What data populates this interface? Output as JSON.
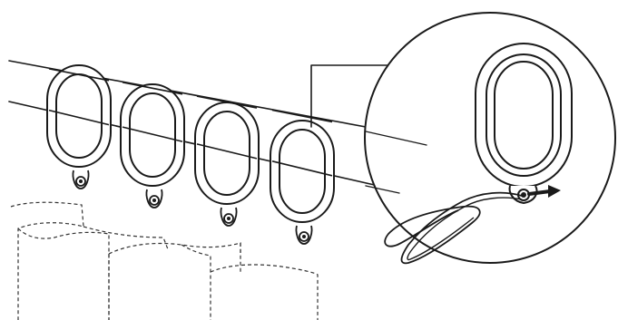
{
  "diagram": {
    "rings_on_rod": 4,
    "ring_fill": "#ffffff",
    "line_color": "#1a1a1a",
    "arrow_color": "#1a1a1a",
    "detail_callout": {
      "shows": "single-ring-with-hook-loop",
      "arrow_direction": "right"
    },
    "curtain_outline_style": "dashed"
  }
}
